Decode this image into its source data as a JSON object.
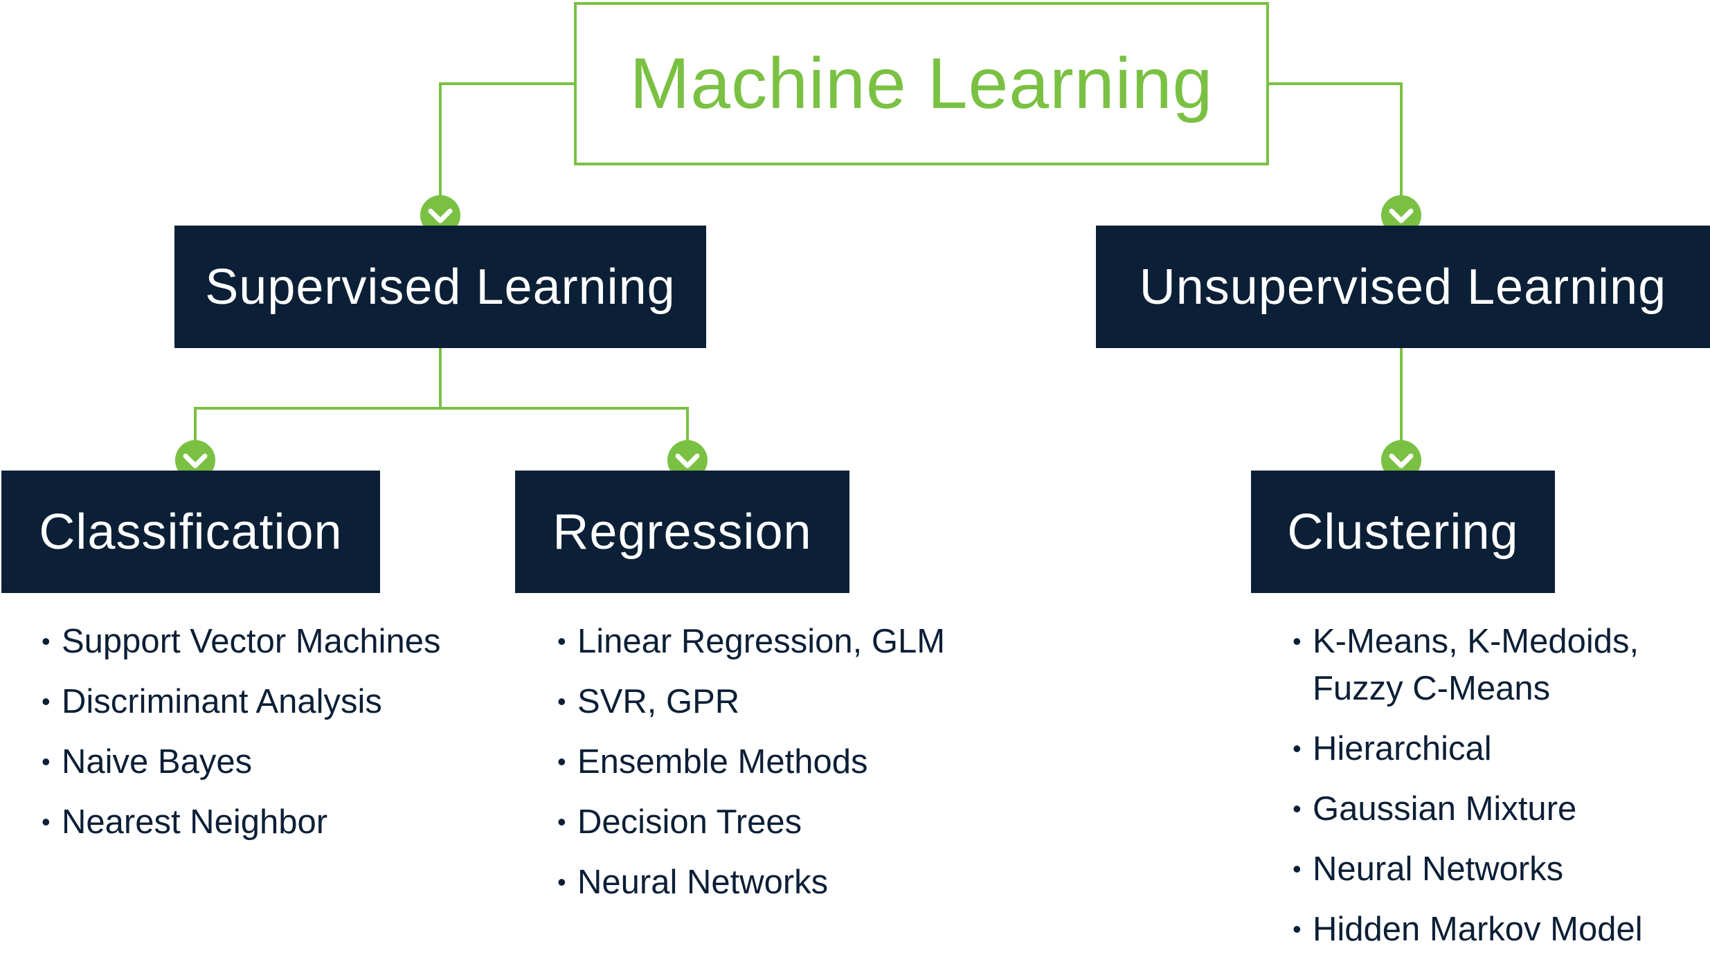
{
  "diagram": {
    "root": {
      "title": "Machine Learning"
    },
    "supervised": {
      "title": "Supervised Learning",
      "classification": {
        "title": "Classification",
        "items": [
          "Support Vector Machines",
          "Discriminant Analysis",
          "Naive Bayes",
          "Nearest Neighbor"
        ]
      },
      "regression": {
        "title": "Regression",
        "items": [
          "Linear Regression, GLM",
          "SVR, GPR",
          "Ensemble Methods",
          "Decision Trees",
          "Neural Networks"
        ]
      }
    },
    "unsupervised": {
      "title": "Unsupervised Learning",
      "clustering": {
        "title": "Clustering",
        "items": [
          "K-Means, K-Medoids, Fuzzy C-Means",
          "Hierarchical",
          "Gaussian Mixture",
          "Neural Networks",
          "Hidden Markov Model"
        ]
      }
    }
  },
  "colors": {
    "accent_green": "#7ac143",
    "node_navy": "#0b1f36",
    "background": "#ffffff"
  },
  "icons": {
    "connector_marker": "chevron-down-circle-icon"
  }
}
